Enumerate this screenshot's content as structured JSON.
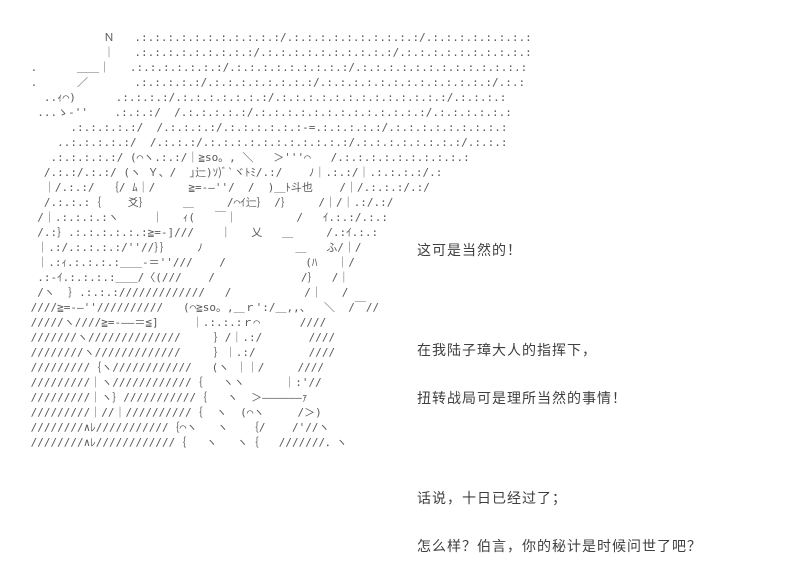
{
  "page": {
    "background_color": "#ffffff",
    "aa_color": "#5a5a5a",
    "text_color": "#3f3f3f"
  },
  "aa": {
    "description": "ascii-art-character-portrait",
    "lines": [
      "            Ｎ   .:.:.:.:.:.:.:.:.:.:.:/.:.:.:.:.:.:.:.:.:.:/.:.:.:.:.:.:.:.:",
      "            ｜   .:.:.:.:.:.:.:.:.:/.:.:.:.:.:.:.:.:.:.:/.:.:.:.:.:.:.:.:.:.:",
      " .      ＿＿｜   .:.:.:.:.:.:.:/.:.:.:.:.:.:.:.:.:/.:.:.:.:.:.:.:.:.:.:.:.:.:",
      " .      ／       .:.:.:.:.:/.:.:.:.:.:.:.:.:/.:.:.:.:.:.:.:.:.:.:.:.:.:/.:.:",
      "   ..ｨ⌒)      .:.:.:.:/.:.:.:.:.:.:.:/.:.:.:.:.:.:.:.:.:.:.:.:.:/.:.:.:.:",
      "  ...ゝ‐''    .:.:.:/  /.:.:.:.:.:/.:.:.:.:.:.:.:.:.:.:.:.:.:/.:.:.:.:.:.:",
      "       .:.:.:.:.:/  /.:.:.:.:/.:.:.:.:.:.:‐=.:.:.:.:.:/.:.:.:.:.:.:.:.:.:",
      "     ..:.:.:.:.:/  /.:.:.:/.:.:.:.:.:.:.:.:.:.:.:/.:.:.:.:.:.:.:.:/.:.:.:",
      "    .:.:.:.:.:/ (⌒ヽ.:.:/｜≧so。, ＼   ＞'''⌒   /.:.:.:.:.:.:.:.:.:.:",
      "   /.:.:/.:.:/ (ヽ Ｙ、/  ｣辷)ｿ)ﾞ`ヾﾄﾐ/.:/    ﾉ｜.:.:/｜.:.:.:.:/.:",
      "   ｜/.:.:/  ｛/ ﾑ｜/     ≧=‐―''/  /  )＿ﾄ斗也    /｜/.:.:.:/.:/",
      "   /.:.:.:｛    爻｝     ＿     /⌒ｲ辷｝ /｝    /｜/｜.:/.:/",
      "  /｜.:.:.:.:ヽ     ｜   ｨ(   ￣｜         /   ｲ.:.:/.:.:",
      "  /.:｝.:.:.:.:.:.:≧=‐]///    ｜   乂   ＿     /.:ｲ.:.:",
      "  ｜.:/.:.:.:.:/''//｝｝    ﾉ              ＿   ふ/｜/",
      "  ｜.:ｨ.:.:.:.:＿＿‐＝''///    /            (ﾊ   ｜/",
      "  .:‐ｲ.:.:.:.:＿＿/〈(///    /             /｝  /｜",
      "  /ヽ  ｝.:.:.://///////////   /           /｜   /",
      " ////≧=‐―''//////////   (⌒≧so。,＿ｒ':/＿,,、  ＼  /￣//",
      " /////ヽ////≧=‐――＝≦]     ｜.:.:.:ｒ⌒      ////",
      " ///////ヽ//////////////     ｝/｜.:/       ////",
      " ////////ヽ/////////////     ｝｜.:/        ////",
      " /////////｛ヽ////////////   (ヽ ｜｜/     ////",
      " /////////｜ヽ////////////｛   ヽヽ      ｜:'//",
      " /////////｜ヽ｝///////////｛   ヽ  ＞――――――ｧ",
      " /////////｜//｜//////////｛  ヽ  (⌒ヽ     /＞)",
      " ////////∧ﾚ///////////｛⌒ヽ   ヽ   ｛/    /'//ヽ",
      " ////////∧ﾚ////////////｛   ヽ   ヽ｛   ///////．ヽ"
    ]
  },
  "dialogue": {
    "lines": [
      "这可是当然的！",
      "",
      "在我陆子璋大人的指挥下，",
      "扭转战局可是理所当然的事情！",
      "",
      "话说，十日已经过了；",
      "怎么样？伯言，你的秘计是时候问世了吧？"
    ]
  }
}
